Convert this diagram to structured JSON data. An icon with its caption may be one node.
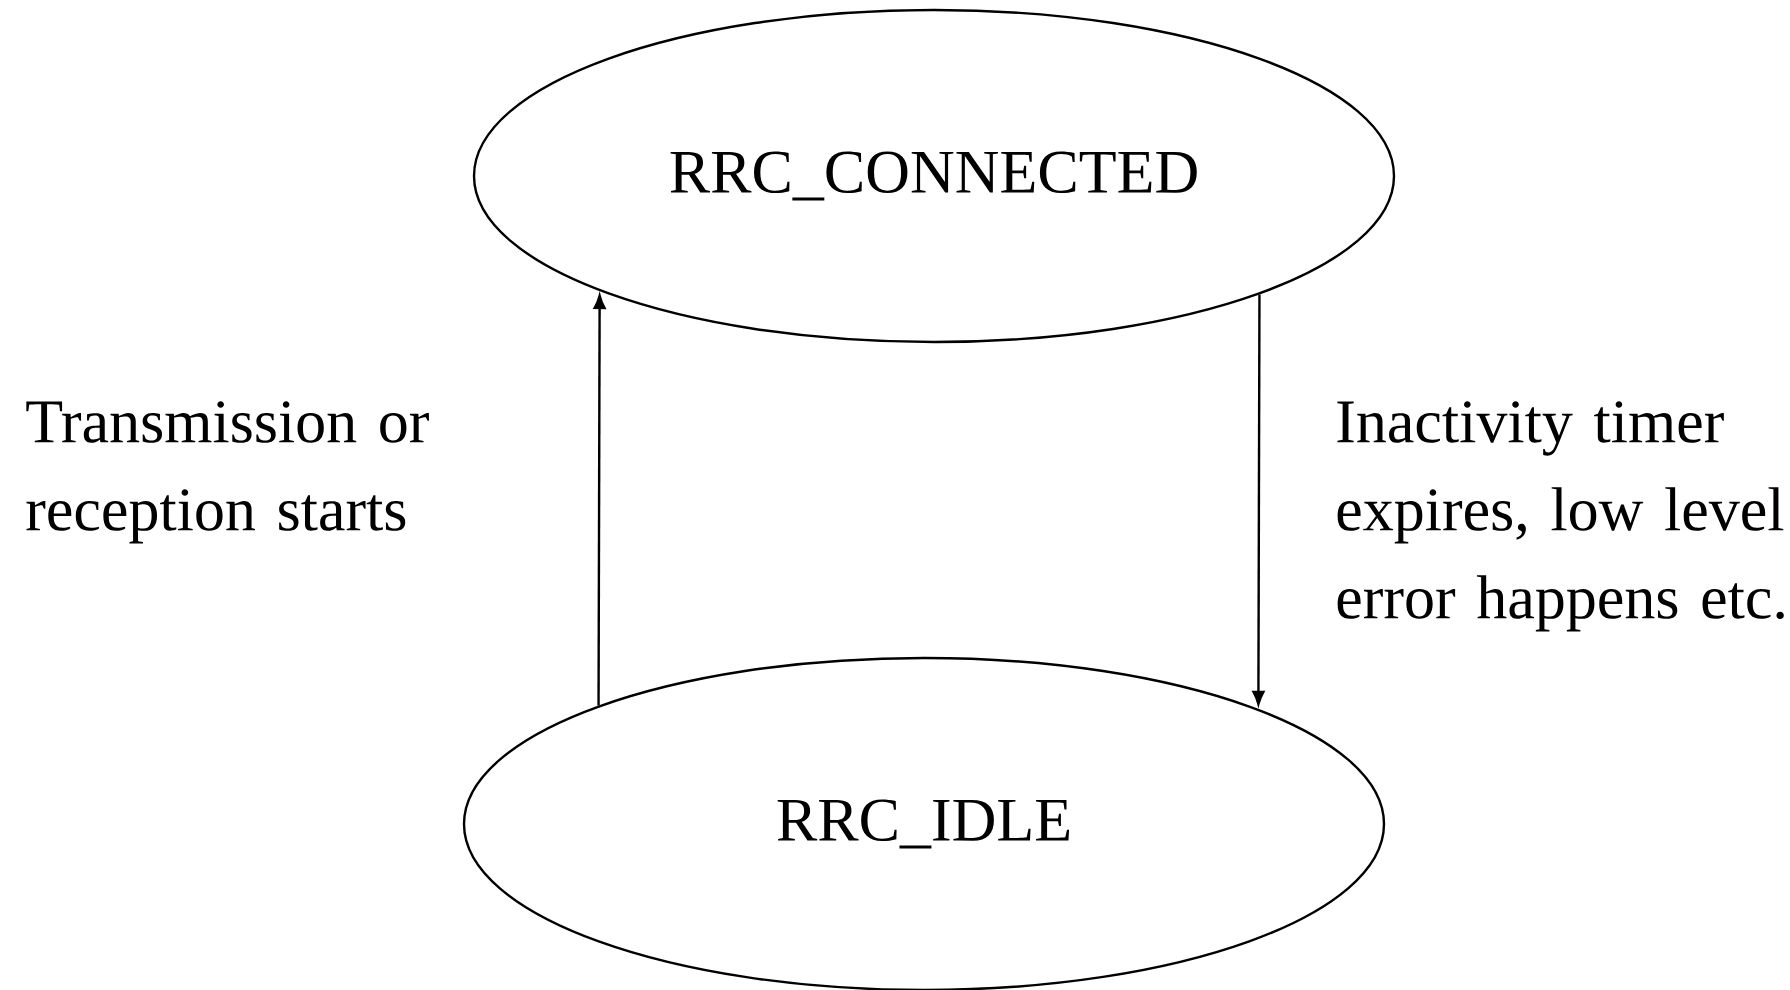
{
  "diagram": {
    "nodes": [
      {
        "text": [
          "RRC_CONNECTED"
        ]
      },
      {
        "text": [
          "RRC_IDLE"
        ]
      }
    ],
    "edges": [
      {
        "from": 1,
        "to": 0,
        "arrow": "to",
        "label": "Transmission or reception starts"
      },
      {
        "from": 0,
        "to": 1,
        "arrow": "to",
        "label": "Inactivity timer expires, low level error happens etc."
      }
    ]
  }
}
